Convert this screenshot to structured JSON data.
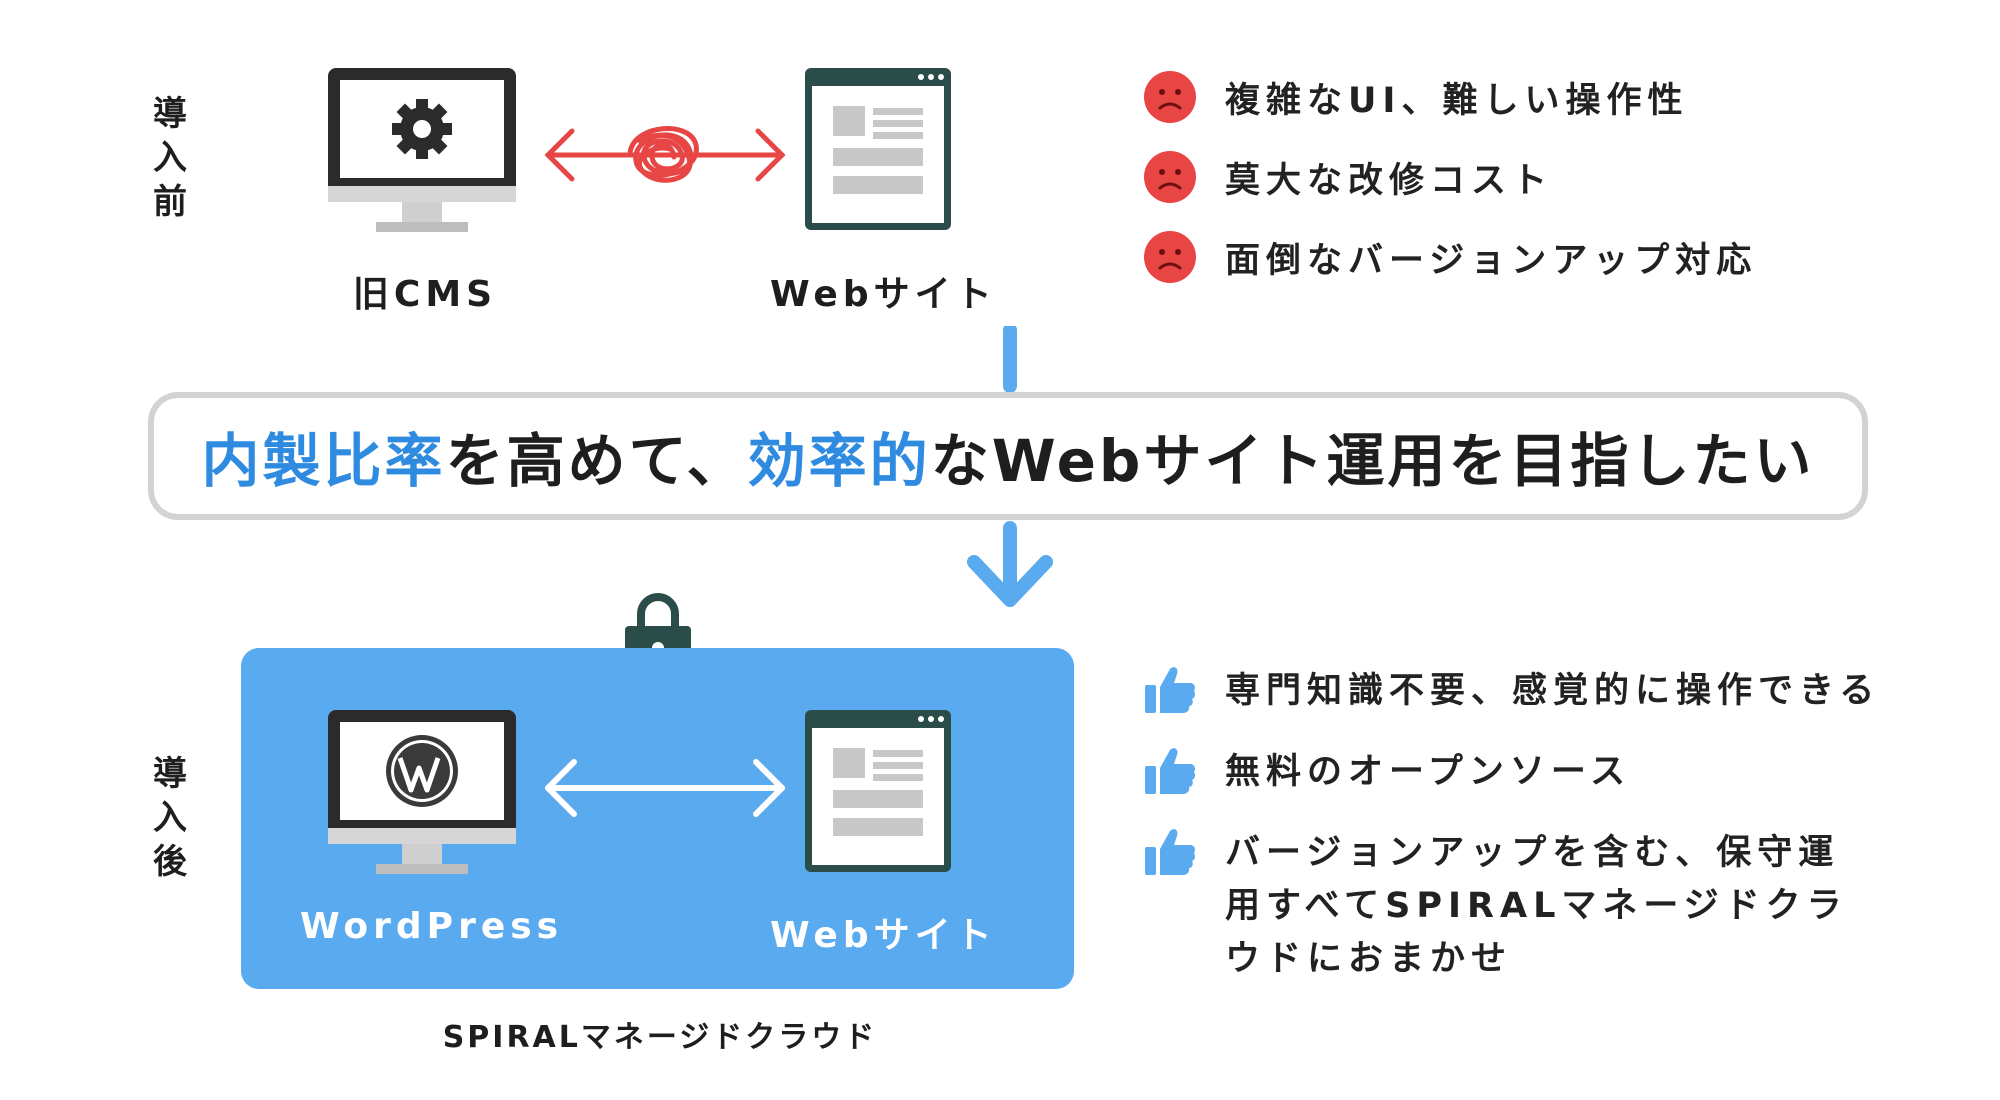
{
  "before": {
    "label": "導入前",
    "cms_label": "旧CMS",
    "web_label": "Webサイト",
    "problems": [
      "複雑なUI、難しい操作性",
      "莫大な改修コスト",
      "面倒なバージョンアップ対応"
    ]
  },
  "banner": {
    "part1": "内製比率",
    "part2": "を高めて、",
    "part3": "効率的",
    "part4": "なWebサイト運用を目指したい"
  },
  "after": {
    "label": "導入後",
    "wp_label": "WordPress",
    "web_label": "Webサイト",
    "cloud_label": "SPIRALマネージドクラウド",
    "benefits": [
      "専門知識不要、感覚的に操作できる",
      "無料のオープンソース",
      "バージョンアップを含む、保守運用すべてSPIRALマネージドクラウドにおまかせ"
    ]
  },
  "colors": {
    "accent_blue": "#2f8be0",
    "panel_blue": "#5aaaf0",
    "problem_red": "#e84545",
    "monitor_dark": "#2b2b2b",
    "browser_teal": "#2b4d4a"
  }
}
